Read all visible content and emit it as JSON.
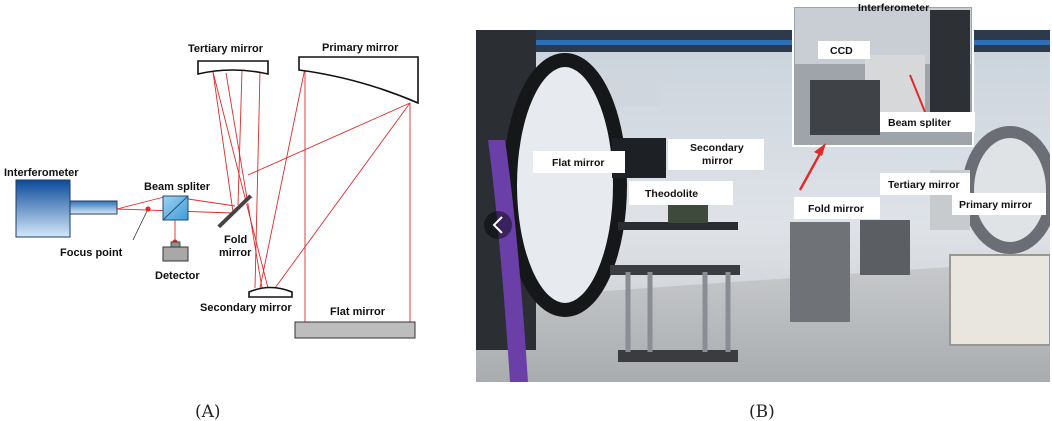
{
  "panel_a": {
    "caption": "(A)",
    "labels": {
      "interferometer": "Interferometer",
      "beam_splitter": "Beam spliter",
      "focus_point": "Focus point",
      "detector": "Detector",
      "fold_mirror_line1": "Fold",
      "fold_mirror_line2": "mirror",
      "tertiary_mirror": "Tertiary mirror",
      "primary_mirror": "Primary mirror",
      "secondary_mirror": "Secondary mirror",
      "flat_mirror": "Flat mirror"
    }
  },
  "panel_b": {
    "caption": "(B)",
    "labels": {
      "interferometer": "Interferometer",
      "ccd": "CCD",
      "beam_splitter": "Beam spliter",
      "flat_mirror": "Flat mirror",
      "secondary_mirror_line1": "Secondary",
      "secondary_mirror_line2": "mirror",
      "theodolite": "Theodolite",
      "fold_mirror": "Fold mirror",
      "tertiary_mirror": "Tertiary mirror",
      "primary_mirror": "Primary mirror"
    }
  },
  "colors": {
    "ray": "#e02a2a",
    "interferometer_top": "#0a4a9a",
    "interferometer_bottom": "#cfe4f6",
    "flat_mirror_fill": "#bdbdbd",
    "photo_floor": "#b9bcbf",
    "photo_wall": "#d8dde3"
  }
}
